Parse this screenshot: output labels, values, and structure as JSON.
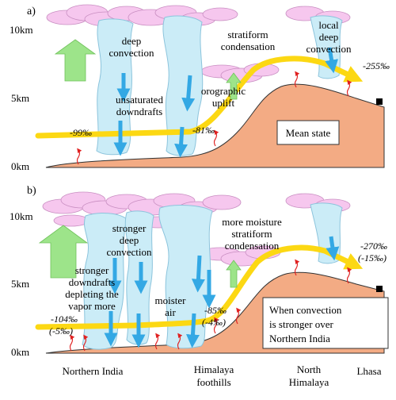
{
  "panels": {
    "a": {
      "label": "a)",
      "y_ticks": [
        "10km",
        "5km",
        "0km"
      ],
      "clouds": [
        "deep convection",
        "stratiform condensation",
        "local deep convection"
      ],
      "labels": {
        "unsaturated_downdrafts": "unsaturated downdrafts",
        "orographic_uplift": "orographic uplift",
        "deep_convection": "deep convection",
        "stratiform_condensation": "stratiform condensation",
        "local_deep_convection": "local deep convection"
      },
      "values": {
        "left": "-99‰",
        "middle": "-81‰",
        "right": "-255‰"
      },
      "box": "Mean state"
    },
    "b": {
      "label": "b)",
      "y_ticks": [
        "10km",
        "5km",
        "0km"
      ],
      "labels": {
        "stronger_deep_convection": "stronger deep convection",
        "stronger_downdrafts": "stronger downdrafts depleting the vapor more",
        "moister_air": "moister air",
        "more_moisture": "more moisture stratiform condensation"
      },
      "values": {
        "left": "-104‰",
        "left_delta": "(-5‰)",
        "middle": "-85‰",
        "middle_delta": "(-4‰)",
        "right": "-270‰",
        "right_delta": "(-15‰)"
      },
      "box": "When convection is stronger over Northern India"
    }
  },
  "x_labels": [
    "Northern India",
    "Himalaya foothills",
    "North Himalaya",
    "Lhasa"
  ],
  "colors": {
    "terrain": "#f3ab84",
    "cloud": "#f6c7ee",
    "cloud_edge": "#c98fc2",
    "column": "#cbecf7",
    "column_edge": "#8cc4dc",
    "arrow_blue": "#33a8e4",
    "trajectory": "#fcd813",
    "uplift": "#9de48a",
    "red": "#e02020"
  }
}
